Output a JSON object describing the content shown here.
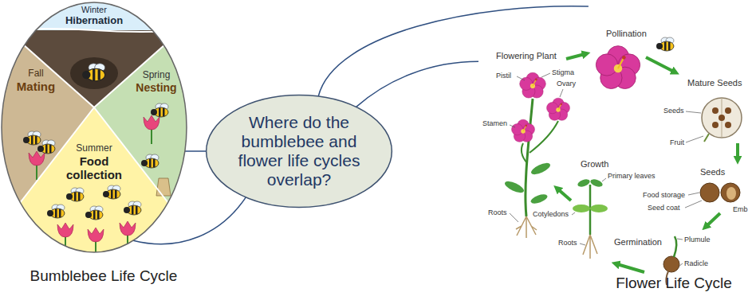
{
  "diagram": {
    "nodes": [
      {
        "text": [
          "Bumblebee Life Cycle"
        ]
      },
      {
        "text": [
          "Winter",
          "Hibernation"
        ],
        "in": 0
      },
      {
        "text": [
          "Fall",
          "Mating"
        ],
        "in": 0
      },
      {
        "text": [
          "Spring",
          "Nesting"
        ],
        "in": 0
      },
      {
        "text": [
          "Summer",
          "Food collection"
        ],
        "in": 0
      },
      {
        "text": [
          "Where do the bumblebee and flower life cycles overlap?"
        ]
      },
      {
        "text": [
          "Flower Life Cycle"
        ]
      }
    ],
    "edges": [
      {
        "from": 5,
        "to": 0,
        "arrow": "none"
      },
      {
        "from": 5,
        "to": 4,
        "arrow": "none"
      },
      {
        "from": 5,
        "to": 6,
        "arrow": "none"
      },
      {
        "from": 5,
        "to": 6,
        "arrow": "none"
      }
    ],
    "labels": [
      "Pollination",
      "Flowering Plant",
      "Stigma",
      "Pistil",
      "Mature Seeds",
      "Ovary",
      "Seeds",
      "Stamen",
      "Fruit",
      "Growth",
      "Seeds",
      "Primary leaves",
      "Food storage",
      "Seed coat",
      "Emb",
      "Roots",
      "Cotyledons",
      "Germination",
      "Plumule",
      "Roots",
      "Radicle"
    ]
  }
}
